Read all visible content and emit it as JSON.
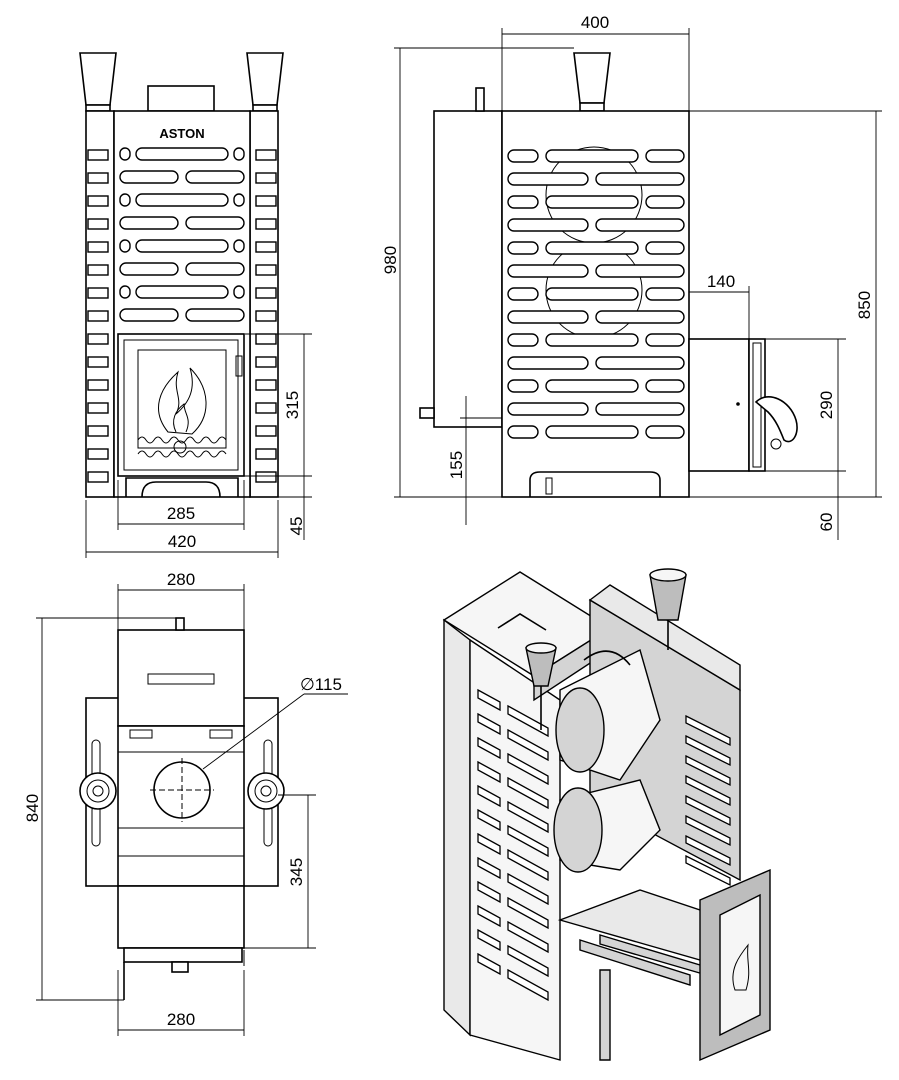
{
  "brand": {
    "logo_text": "ASTON"
  },
  "front_view": {
    "dims": {
      "door_height": "315",
      "door_width": "285",
      "base_gap": "45",
      "total_width": "420"
    }
  },
  "side_view": {
    "dims": {
      "depth": "400",
      "total_height": "980",
      "body_height": "850",
      "firebox_offset": "140",
      "door_height": "290",
      "pipe_height": "155",
      "base_height": "60"
    }
  },
  "top_view": {
    "dims": {
      "top_width": "280",
      "flue_diameter": "∅115",
      "total_depth": "840",
      "firebox_depth": "345",
      "bottom_width": "280"
    }
  }
}
